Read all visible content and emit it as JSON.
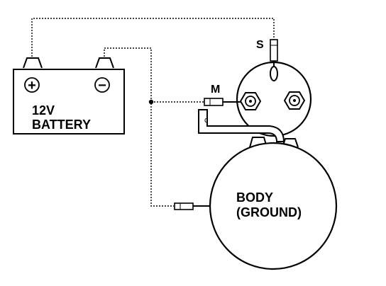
{
  "battery": {
    "label_line1": "12V",
    "label_line2": "BATTERY",
    "positive_symbol": "+",
    "negative_symbol": "−"
  },
  "solenoid": {
    "s_terminal_label": "S",
    "m_terminal_label": "M"
  },
  "motor": {
    "label_line1": "BODY",
    "label_line2": "(GROUND)"
  },
  "colors": {
    "line": "#000000",
    "background": "#ffffff"
  }
}
